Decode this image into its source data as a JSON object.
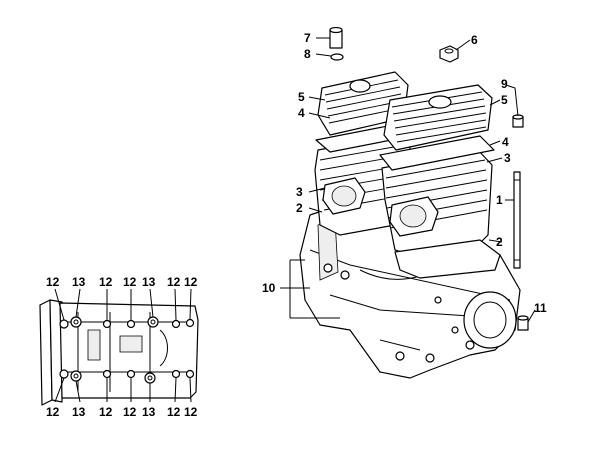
{
  "callouts": {
    "c1": "1",
    "c2a": "2",
    "c2b": "2",
    "c3a": "3",
    "c3b": "3",
    "c4a": "4",
    "c4b": "4",
    "c5a": "5",
    "c5b": "5",
    "c6": "6",
    "c7": "7",
    "c8": "8",
    "c9": "9",
    "c10": "10",
    "c11": "11"
  },
  "bolt_callouts": {
    "top": [
      "12",
      "13",
      "12",
      "12",
      "13",
      "12",
      "12"
    ],
    "bottom": [
      "12",
      "13",
      "12",
      "12",
      "13",
      "12",
      "12"
    ]
  }
}
